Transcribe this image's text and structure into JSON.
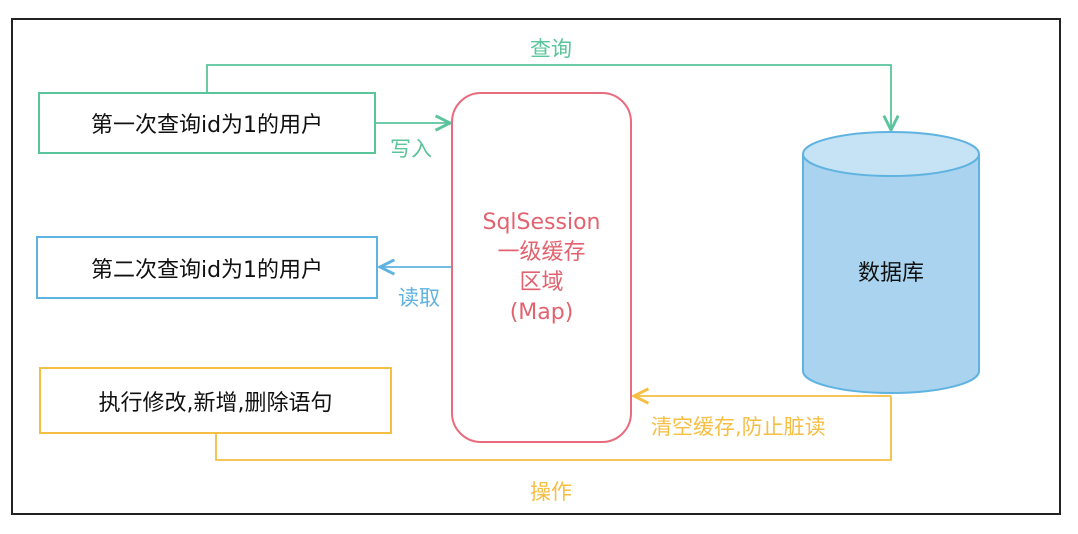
{
  "boxes": {
    "first_query": "第一次查询id为1的用户",
    "second_query": "第二次查询id为1的用户",
    "modify": "执行修改,新增,删除语句"
  },
  "cache": {
    "lines": [
      "SqlSession",
      "一级缓存",
      "区域",
      "(Map)"
    ]
  },
  "database": {
    "label": "数据库"
  },
  "labels": {
    "query": "查询",
    "write": "写入",
    "read": "读取",
    "clear": "清空缓存,防止脏读",
    "operate": "操作"
  },
  "colors": {
    "green": "#5ac49b",
    "blue": "#5fb3e0",
    "yellow": "#f6be43",
    "red": "#e86b7e",
    "db_fill": "#a9d3ee",
    "db_stroke": "#5fb3e0"
  }
}
